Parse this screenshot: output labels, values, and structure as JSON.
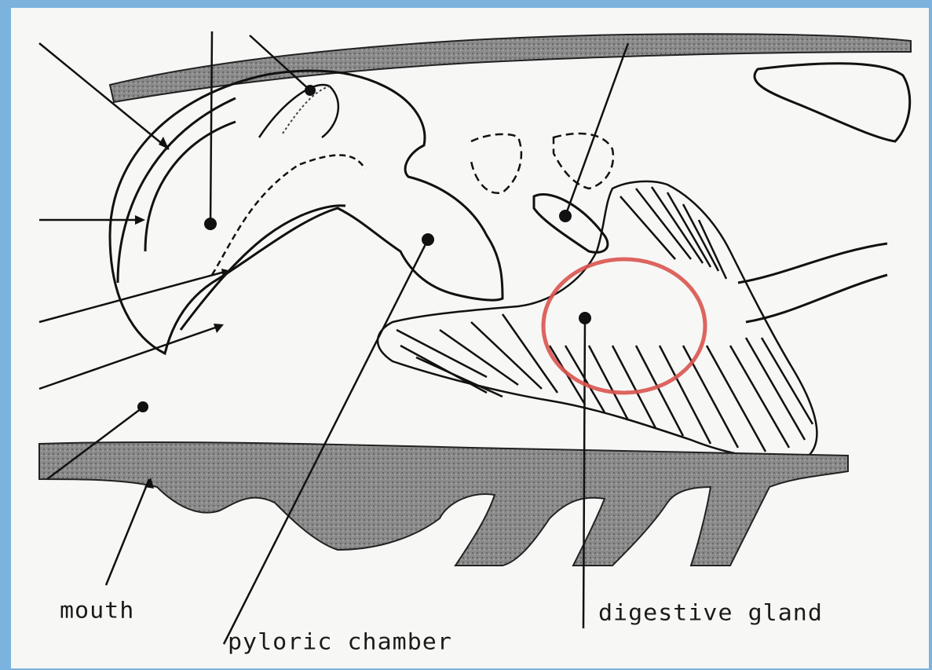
{
  "labels": {
    "mouth": "mouth",
    "pyloric_chamber": "pyloric chamber",
    "digestive_gland": "digestive gland"
  },
  "colors": {
    "frame": "#7bb3de",
    "paper": "#f7f7f5",
    "ink": "#1a1a1a",
    "highlight_circle": "#d9534f"
  },
  "icons": {
    "highlight": "red-circle-annotation"
  }
}
